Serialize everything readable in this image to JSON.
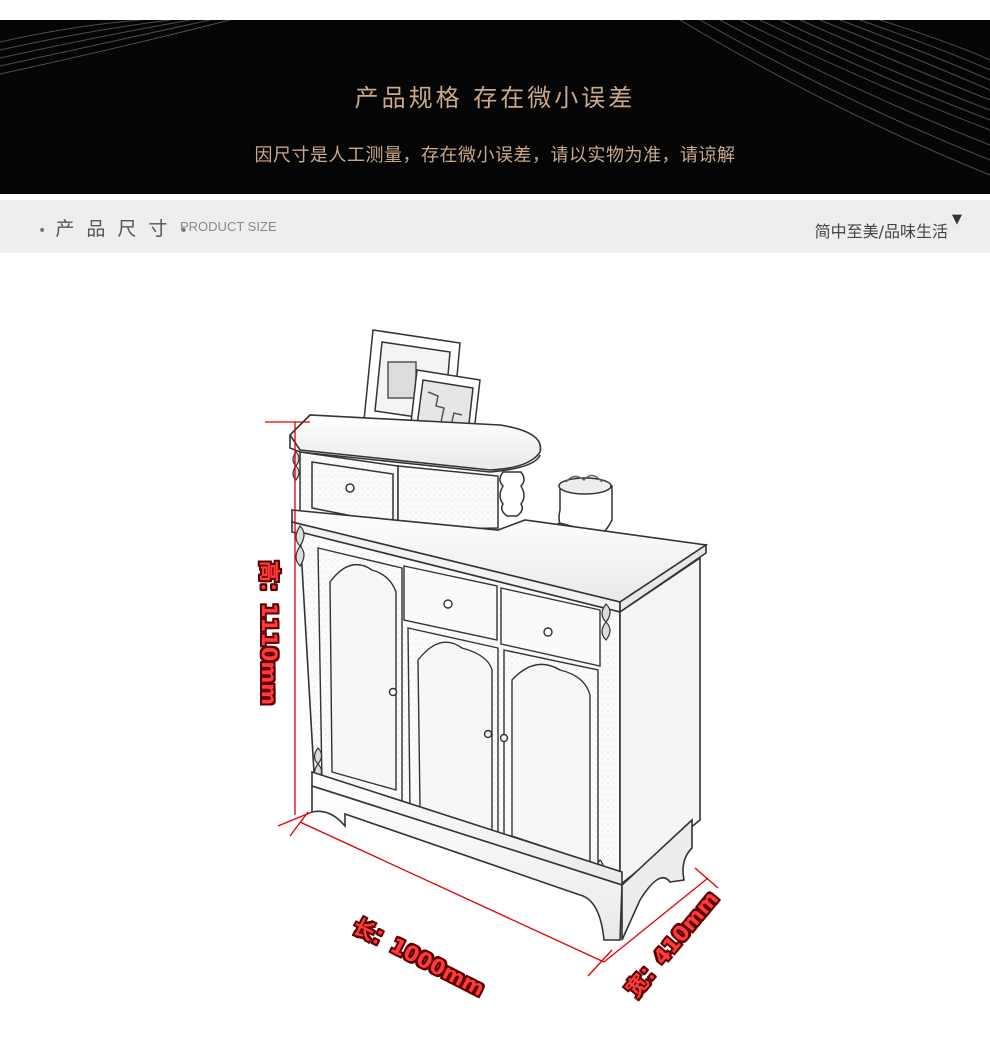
{
  "banner": {
    "title": "产品规格  存在微小误差",
    "subtitle": "因尺寸是人工测量，存在微小误差，请以实物为准，请谅解"
  },
  "section": {
    "dot_left": "•",
    "title": "产 品 尺 寸",
    "dot_right": "•",
    "title_en": "PRODUCT SIZE",
    "slogan": "简中至美/品味生活",
    "arrow": "▼"
  },
  "dimensions": {
    "height": "高：1110mm",
    "length": "长：1000mm",
    "width": "宽：410mm"
  },
  "colors": {
    "banner_bg": "#050505",
    "banner_text": "#c9a98c",
    "bar_bg": "#eeeeee",
    "dimension_line": "#e00000"
  }
}
